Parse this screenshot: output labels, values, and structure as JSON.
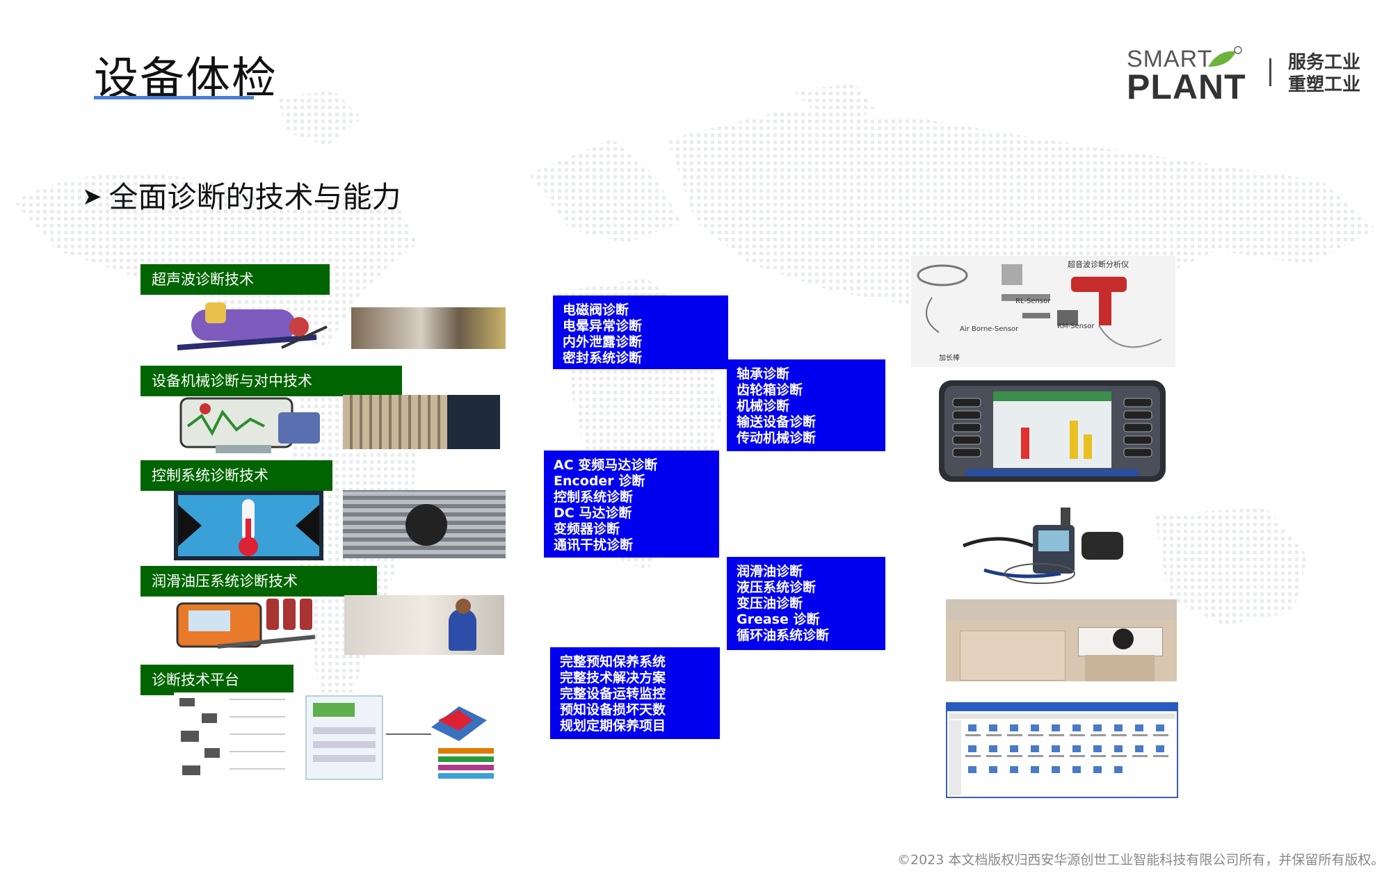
{
  "slide": {
    "title": "设备体检",
    "subtitle": "全面诊断的技术与能力",
    "subtitle_marker": "➤"
  },
  "logo": {
    "brand_line1": "SMART",
    "brand_line2": "PLANT",
    "slogan": "服务工业\n重塑工业"
  },
  "techniques": [
    "超声波诊断技术",
    "设备机械诊断与对中技术",
    "控制系统诊断技术",
    "润滑油压系统诊断技术",
    "诊断技术平台"
  ],
  "boxes": [
    [
      "电磁阀诊断",
      "电晕异常诊断",
      "内外泄露诊断",
      "密封系统诊断"
    ],
    [
      "轴承诊断",
      "齿轮箱诊断",
      "机械诊断",
      "输送设备诊断",
      "传动机械诊断"
    ],
    [
      "AC 变频马达诊断",
      "Encoder 诊断",
      "控制系统诊断",
      "DC 马达诊断",
      "变频器诊断",
      "通讯干扰诊断"
    ],
    [
      "润滑油诊断",
      "液压系统诊断",
      "变压油诊断",
      "Grease 诊断",
      "循环油系统诊断"
    ],
    [
      "完整预知保养系统",
      "完整技术解决方案",
      "完整设备运转监控",
      "预知设备损坏天数",
      "规划定期保养项目"
    ]
  ],
  "equipment_labels": {
    "ultrasonic_kit_title": "超音波诊断分析仪",
    "rl_sensor": "RL-Sensor",
    "air_borne_sensor": "Air Borne-Sensor",
    "rm_sensor": "RM-Sensor",
    "extension_rod": "加长棒"
  },
  "footer": "©2023 本文档版权归西安华源创世工业智能科技有限公司所有，并保留所有版权。",
  "colors": {
    "tech_label_bg": "#006400",
    "box_bg": "#0000ee",
    "title_underline": "#4a7fd0"
  }
}
